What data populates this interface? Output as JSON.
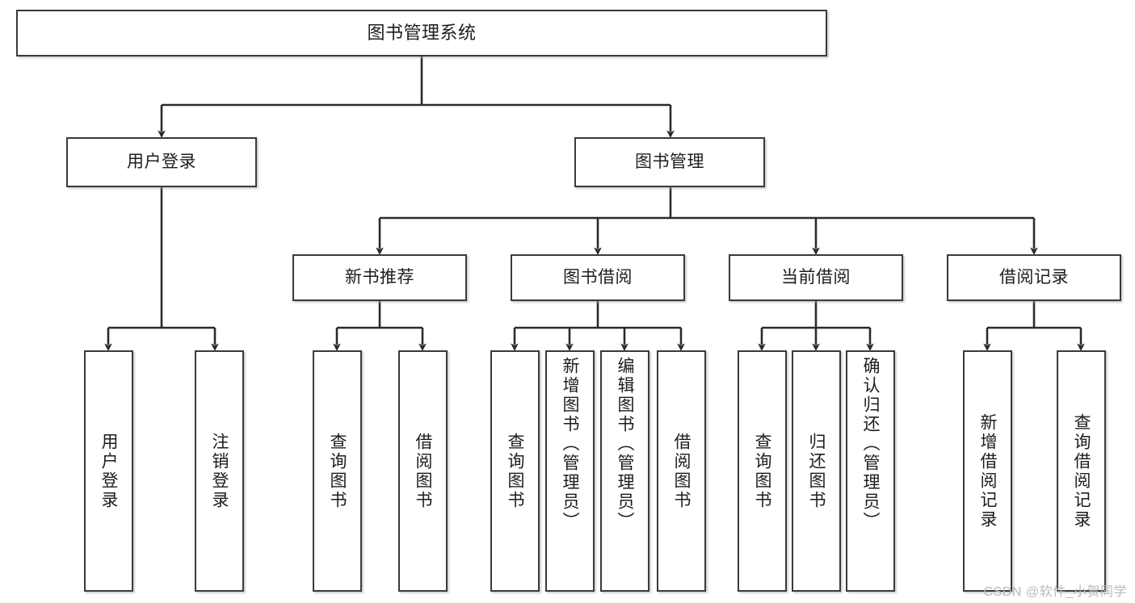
{
  "diagram": {
    "type": "tree",
    "title": "图书管理系统",
    "watermark": "CSDN @软件_小贺同学",
    "colors": {
      "box_border": "#3a3a3a",
      "box_fill": "#ffffff",
      "edge": "#1d1d1d",
      "text": "#1d1d1d",
      "watermark": "#b9b9b9"
    },
    "nodes": {
      "root": {
        "label": "图书管理系统"
      },
      "level2": [
        {
          "id": "user-login",
          "label": "用户登录"
        },
        {
          "id": "book-manage",
          "label": "图书管理"
        }
      ],
      "level3": [
        {
          "id": "new-book-rec",
          "label": "新书推荐"
        },
        {
          "id": "book-borrow",
          "label": "图书借阅"
        },
        {
          "id": "current-borrow",
          "label": "当前借阅"
        },
        {
          "id": "borrow-record",
          "label": "借阅记录"
        }
      ],
      "leaves": {
        "user-login": [
          {
            "id": "leaf-user-login",
            "label": "用户登录"
          },
          {
            "id": "leaf-user-logout",
            "label": "注销登录"
          }
        ],
        "new-book-rec": [
          {
            "id": "leaf-query-book-1",
            "label": "查询图书"
          },
          {
            "id": "leaf-borrow-book-1",
            "label": "借阅图书"
          }
        ],
        "book-borrow": [
          {
            "id": "leaf-query-book-2",
            "label": "查询图书"
          },
          {
            "id": "leaf-add-book",
            "label": "新增图书（管理员）"
          },
          {
            "id": "leaf-edit-book",
            "label": "编辑图书（管理员）"
          },
          {
            "id": "leaf-borrow-book-2",
            "label": "借阅图书"
          }
        ],
        "current-borrow": [
          {
            "id": "leaf-query-book-3",
            "label": "查询图书"
          },
          {
            "id": "leaf-return-book",
            "label": "归还图书"
          },
          {
            "id": "leaf-confirm-return",
            "label": "确认归还（管理员）"
          }
        ],
        "borrow-record": [
          {
            "id": "leaf-add-record",
            "label": "新增借阅记录"
          },
          {
            "id": "leaf-query-record",
            "label": "查询借阅记录"
          }
        ]
      }
    }
  }
}
